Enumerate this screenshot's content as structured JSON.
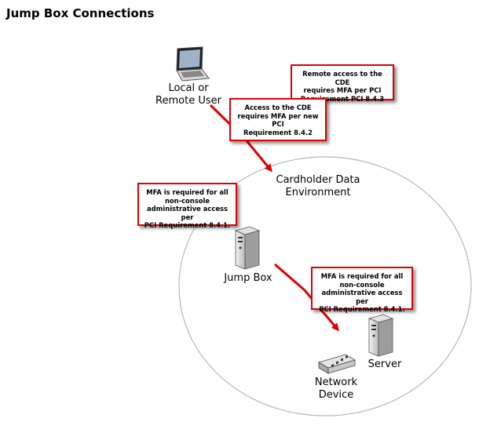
{
  "title": "Jump Box Connections",
  "labels": {
    "user": "Local or\nRemote User",
    "cde": "Cardholder Data\nEnvironment",
    "jumpbox": "Jump Box",
    "server": "Server",
    "network": "Network\nDevice"
  },
  "notes": {
    "remote": "Remote access to the CDE\nrequires MFA per PCI\nRequirement PCI 8.4.3",
    "cde_access": "Access to the CDE\nrequires MFA per new PCI\nRequirement 8.4.2",
    "admin_left": "MFA is required for all\nnon-console\nadministrative access per\nPCI Requirement 8.4.1.",
    "admin_right": "MFA is required for all\nnon-console\nadministrative access per\nPCI Requirement 8.4.1."
  },
  "colors": {
    "arrow": "#e00000",
    "callout_border": "#e00000",
    "circle": "#b8b8b8"
  },
  "icons": {
    "user": "laptop-icon",
    "jumpbox": "server-tower-icon",
    "server": "server-tower-icon",
    "network": "network-switch-icon"
  }
}
